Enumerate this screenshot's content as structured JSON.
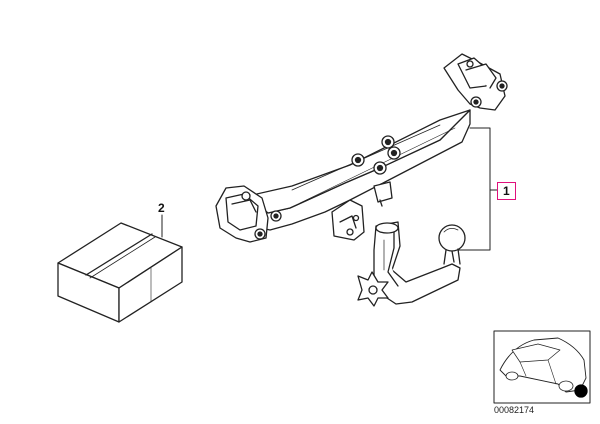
{
  "callouts": {
    "part_1": "1",
    "part_2": "2"
  },
  "reference_number": "00082174",
  "colors": {
    "highlight": "#e0107c",
    "line": "#222222",
    "fill": "#ffffff",
    "accent_dot": "#000000"
  }
}
